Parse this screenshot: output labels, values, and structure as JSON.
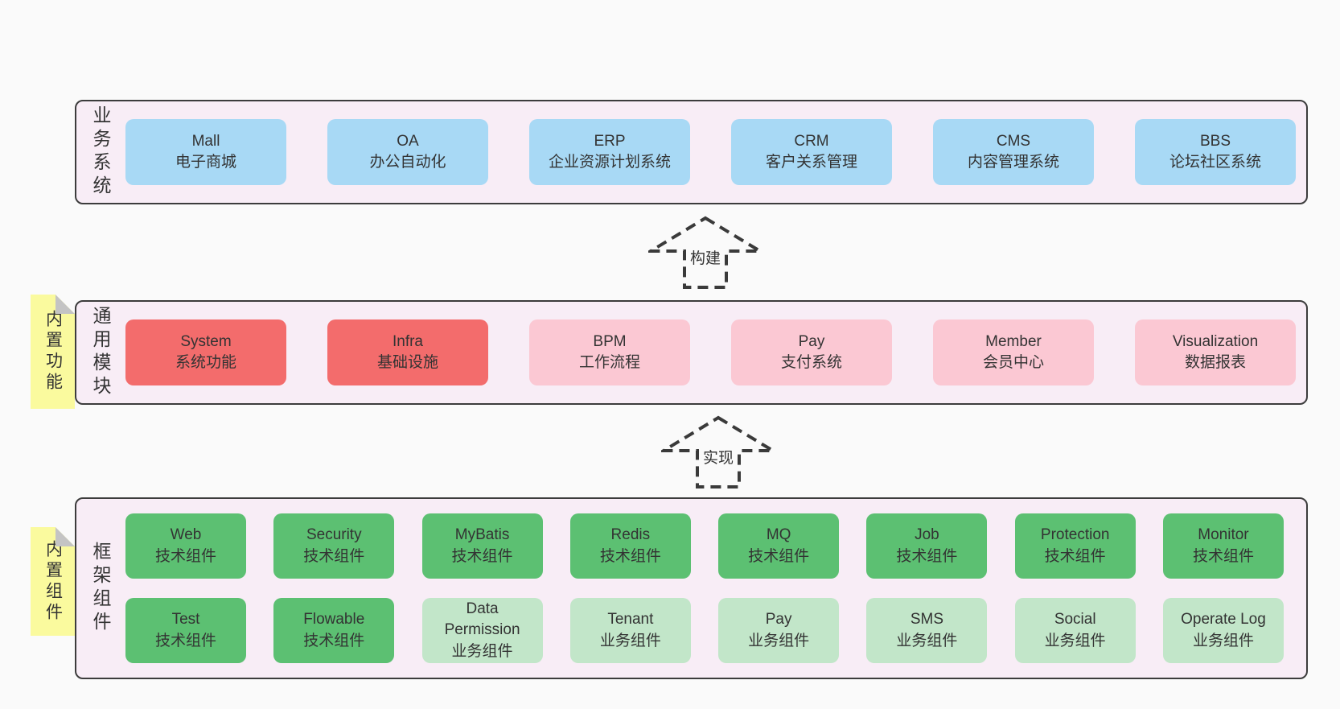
{
  "page": {
    "background": "#fafafa"
  },
  "colors": {
    "page_bg": "#fafafa",
    "panel_bg": "#f8edf6",
    "panel_border": "#3c3c3c",
    "box_text": "#333333",
    "blue": "#a8d9f5",
    "red": "#f36c6c",
    "pink": "#fbc8d3",
    "green_dark": "#5cc072",
    "green_light": "#c2e6c9",
    "note_bg": "#fafa9e",
    "note_fold": "#c4c4c4",
    "arrow_stroke": "#3a3a3a"
  },
  "arrows": [
    {
      "label": "构建"
    },
    {
      "label": "实现"
    }
  ],
  "sections": {
    "business": {
      "label": "业务系统",
      "items": [
        {
          "title": "Mall",
          "subtitle": "电子商城",
          "variant": "blue"
        },
        {
          "title": "OA",
          "subtitle": "办公自动化",
          "variant": "blue"
        },
        {
          "title": "ERP",
          "subtitle": "企业资源计划系统",
          "variant": "blue"
        },
        {
          "title": "CRM",
          "subtitle": "客户关系管理",
          "variant": "blue"
        },
        {
          "title": "CMS",
          "subtitle": "内容管理系统",
          "variant": "blue"
        },
        {
          "title": "BBS",
          "subtitle": "论坛社区系统",
          "variant": "blue"
        }
      ]
    },
    "modules": {
      "label": "通用模块",
      "note": "内置功能",
      "items": [
        {
          "title": "System",
          "subtitle": "系统功能",
          "variant": "red"
        },
        {
          "title": "Infra",
          "subtitle": "基础设施",
          "variant": "red"
        },
        {
          "title": "BPM",
          "subtitle": "工作流程",
          "variant": "pink"
        },
        {
          "title": "Pay",
          "subtitle": "支付系统",
          "variant": "pink"
        },
        {
          "title": "Member",
          "subtitle": "会员中心",
          "variant": "pink"
        },
        {
          "title": "Visualization",
          "subtitle": "数据报表",
          "variant": "pink"
        }
      ]
    },
    "components": {
      "label": "框架组件",
      "note": "内置组件",
      "rows": [
        [
          {
            "title": "Web",
            "subtitle": "技术组件",
            "variant": "green-dark"
          },
          {
            "title": "Security",
            "subtitle": "技术组件",
            "variant": "green-dark"
          },
          {
            "title": "MyBatis",
            "subtitle": "技术组件",
            "variant": "green-dark"
          },
          {
            "title": "Redis",
            "subtitle": "技术组件",
            "variant": "green-dark"
          },
          {
            "title": "MQ",
            "subtitle": "技术组件",
            "variant": "green-dark"
          },
          {
            "title": "Job",
            "subtitle": "技术组件",
            "variant": "green-dark"
          },
          {
            "title": "Protection",
            "subtitle": "技术组件",
            "variant": "green-dark"
          },
          {
            "title": "Monitor",
            "subtitle": "技术组件",
            "variant": "green-dark"
          }
        ],
        [
          {
            "title": "Test",
            "subtitle": "技术组件",
            "variant": "green-dark"
          },
          {
            "title": "Flowable",
            "subtitle": "技术组件",
            "variant": "green-dark"
          },
          {
            "title": "Data Permission",
            "subtitle": "业务组件",
            "variant": "green-light"
          },
          {
            "title": "Tenant",
            "subtitle": "业务组件",
            "variant": "green-light"
          },
          {
            "title": "Pay",
            "subtitle": "业务组件",
            "variant": "green-light"
          },
          {
            "title": "SMS",
            "subtitle": "业务组件",
            "variant": "green-light"
          },
          {
            "title": "Social",
            "subtitle": "业务组件",
            "variant": "green-light"
          },
          {
            "title": "Operate Log",
            "subtitle": "业务组件",
            "variant": "green-light"
          }
        ]
      ]
    }
  }
}
